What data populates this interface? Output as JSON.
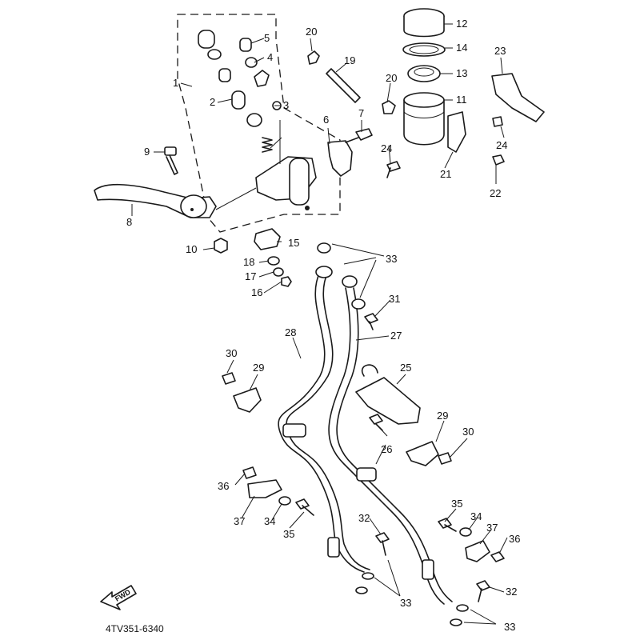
{
  "diagram": {
    "labels": {
      "p1": "1",
      "p2": "2",
      "p3": "3",
      "p4": "4",
      "p5": "5",
      "p6": "6",
      "p7": "7",
      "p8": "8",
      "p9": "9",
      "p10": "10",
      "p11": "11",
      "p12": "12",
      "p13": "13",
      "p14": "14",
      "p15": "15",
      "p16": "16",
      "p17": "17",
      "p18": "18",
      "p19": "19",
      "p20": "20",
      "p21": "21",
      "p22": "22",
      "p23": "23",
      "p24": "24",
      "p25": "25",
      "p26": "26",
      "p27": "27",
      "p28": "28",
      "p29": "29",
      "p30": "30",
      "p31": "31",
      "p32": "32",
      "p33": "33",
      "p34": "34",
      "p35": "35",
      "p36": "36",
      "p37": "37"
    },
    "fwd_label": "FWD",
    "catalog_code": "4TV351-6340"
  }
}
